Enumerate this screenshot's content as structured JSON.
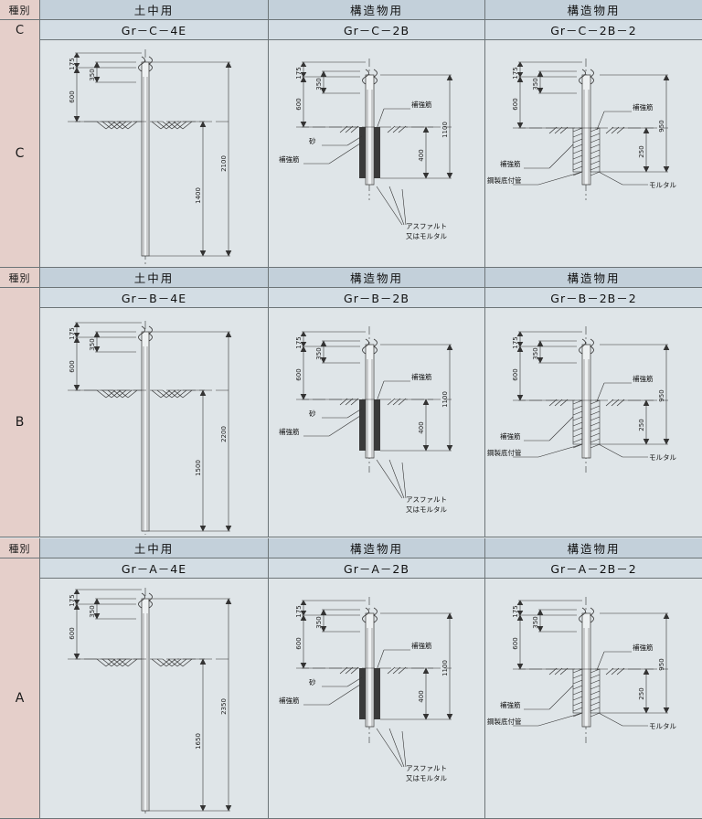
{
  "table": {
    "type_header_label": "種別",
    "columns": [
      {
        "use": "土中用",
        "key": "soil"
      },
      {
        "use": "構造物用",
        "key": "struct"
      },
      {
        "use": "構造物用",
        "key": "struct2"
      }
    ],
    "rows": [
      {
        "grade": "C",
        "codes": [
          "Gr－C－4E",
          "Gr－C－2B",
          "Gr－C－2B－2"
        ],
        "drawings": {
          "soil": {
            "d175": "175",
            "d350": "350",
            "d600": "600",
            "total": "2100",
            "buried": "1400"
          },
          "struct": {
            "d175": "175",
            "d350": "350",
            "d600": "600",
            "total": "1100",
            "base": "400",
            "lbl_rebar_top": "補強筋",
            "lbl_sand": "砂",
            "lbl_rebar_low": "補強筋",
            "lbl_asphalt_1": "アスファルト",
            "lbl_asphalt_2": "又はモルタル"
          },
          "struct2": {
            "d175": "175",
            "d350": "350",
            "d600": "600",
            "total": "950",
            "base": "250",
            "lbl_rebar_top": "補強筋",
            "lbl_rebar_low": "補強筋",
            "lbl_steel_pipe": "鋼製底付管",
            "lbl_mortar": "モルタル"
          }
        }
      },
      {
        "grade": "B",
        "codes": [
          "Gr－B－4E",
          "Gr－B－2B",
          "Gr－B－2B－2"
        ],
        "drawings": {
          "soil": {
            "d175": "175",
            "d350": "350",
            "d600": "600",
            "total": "2200",
            "buried": "1500"
          },
          "struct": {
            "d175": "175",
            "d350": "350",
            "d600": "600",
            "total": "1100",
            "base": "400",
            "lbl_rebar_top": "補強筋",
            "lbl_sand": "砂",
            "lbl_rebar_low": "補強筋",
            "lbl_asphalt_1": "アスファルト",
            "lbl_asphalt_2": "又はモルタル"
          },
          "struct2": {
            "d175": "175",
            "d350": "350",
            "d600": "600",
            "total": "950",
            "base": "250",
            "lbl_rebar_top": "補強筋",
            "lbl_rebar_low": "補強筋",
            "lbl_steel_pipe": "鋼製底付管",
            "lbl_mortar": "モルタル"
          }
        }
      },
      {
        "grade": "A",
        "codes": [
          "Gr－A－4E",
          "Gr－A－2B",
          "Gr－A－2B－2"
        ],
        "drawings": {
          "soil": {
            "d175": "175",
            "d350": "350",
            "d600": "600",
            "total": "2350",
            "buried": "1650"
          },
          "struct": {
            "d175": "175",
            "d350": "350",
            "d600": "600",
            "total": "1100",
            "base": "400",
            "lbl_rebar_top": "補強筋",
            "lbl_sand": "砂",
            "lbl_rebar_low": "補強筋",
            "lbl_asphalt_1": "アスファルト",
            "lbl_asphalt_2": "又はモルタル"
          },
          "struct2": {
            "d175": "175",
            "d350": "350",
            "d600": "600",
            "total": "950",
            "base": "250",
            "lbl_rebar_top": "補強筋",
            "lbl_rebar_low": "補強筋",
            "lbl_steel_pipe": "鋼製底付管",
            "lbl_mortar": "モルタル"
          }
        }
      }
    ]
  },
  "colors": {
    "type_bg": "#e5cfca",
    "header_bg": "#c3d0da",
    "code_bg": "#d3dde4",
    "drawing_bg": "#dfe5e8",
    "line": "#6d7578",
    "ink": "#222222"
  }
}
